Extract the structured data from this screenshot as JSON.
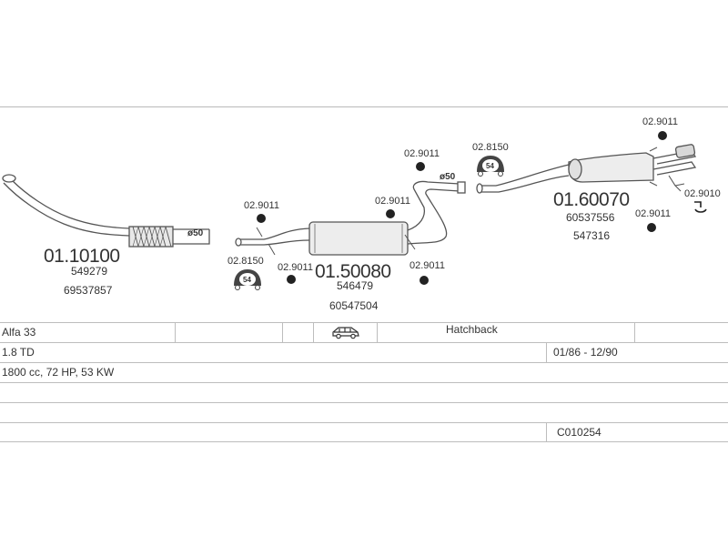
{
  "diagram": {
    "parts": [
      {
        "code": "01.10100",
        "refs": [
          "549279",
          "69537857"
        ]
      },
      {
        "code": "01.50080",
        "refs": [
          "546479",
          "60547504"
        ]
      },
      {
        "code": "01.60070",
        "refs": [
          "60537556",
          "547316"
        ]
      }
    ],
    "accessories": {
      "clamp": "02.9011",
      "ring": "02.8150",
      "ring_size": "54",
      "hook": "02.9010"
    },
    "pipe_diameter": "ø50"
  },
  "vehicle": {
    "model": "Alfa 33",
    "body_type": "Hatchback",
    "engine": "1.8 TD",
    "years": "01/86 - 12/90",
    "specs": "1800 cc, 72 HP, 53 KW",
    "system_code": "C010254",
    "body_icon": "car-hatchback-icon"
  }
}
